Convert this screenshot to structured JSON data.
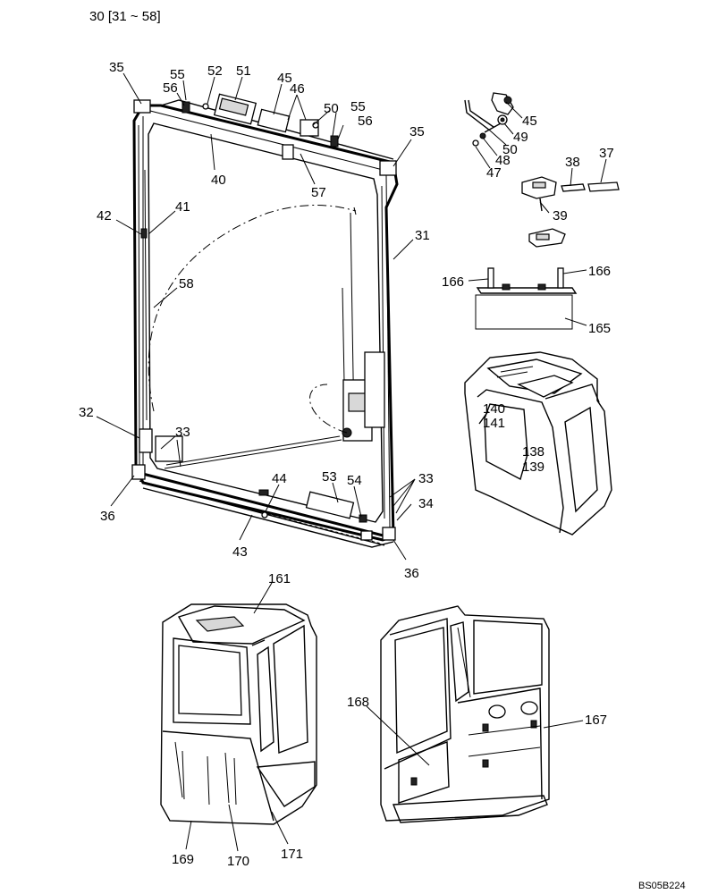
{
  "header": {
    "title": "30 [31 ~ 58]"
  },
  "footer": {
    "ref": "BS05B224"
  },
  "callouts": {
    "c35a": "35",
    "c55a": "55",
    "c52": "52",
    "c51": "51",
    "c45a": "45",
    "c46": "46",
    "c56a": "56",
    "c50a": "50",
    "c55b": "55",
    "c56b": "56",
    "c35b": "35",
    "c40": "40",
    "c57": "57",
    "c42": "42",
    "c41": "41",
    "c31": "31",
    "c58": "58",
    "c32": "32",
    "c33a": "33",
    "c44": "44",
    "c53": "53",
    "c54": "54",
    "c33b": "33",
    "c34": "34",
    "c36a": "36",
    "c43": "43",
    "c36b": "36",
    "c45b": "45",
    "c49": "49",
    "c50b": "50",
    "c48": "48",
    "c47": "47",
    "c38": "38",
    "c37": "37",
    "c39": "39",
    "c166a": "166",
    "c166b": "166",
    "c165": "165",
    "c140": "140",
    "c141": "141",
    "c138": "138",
    "c139": "139",
    "c161": "161",
    "c168": "168",
    "c167": "167",
    "c169": "169",
    "c170": "170",
    "c171": "171"
  }
}
